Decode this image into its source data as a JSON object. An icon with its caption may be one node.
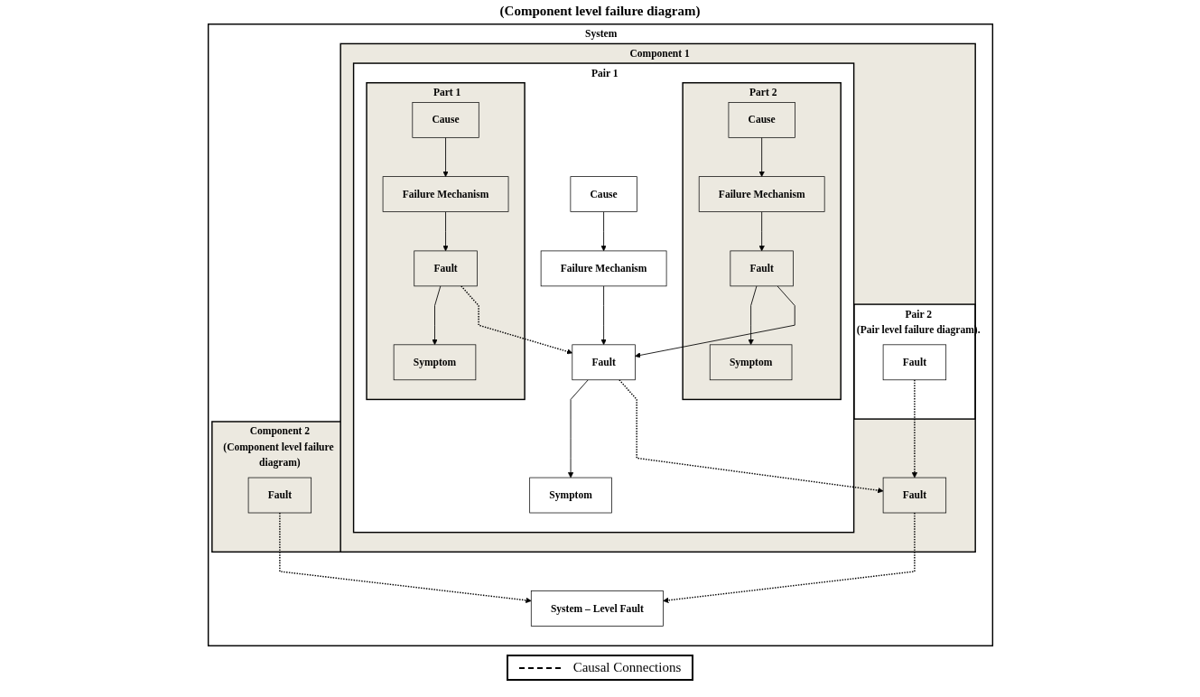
{
  "diagram": {
    "nodes": [
      {
        "text": [
          "System"
        ]
      },
      {
        "text": [
          "Component 1"
        ],
        "in": 0
      },
      {
        "text": [
          "Pair 1"
        ],
        "in": 1
      },
      {
        "text": [
          "Part 1"
        ],
        "in": 2
      },
      {
        "text": [
          "Cause"
        ],
        "in": 3
      },
      {
        "text": [
          "Failure Mechanism"
        ],
        "in": 3
      },
      {
        "text": [
          "Fault"
        ],
        "in": 3
      },
      {
        "text": [
          "Symptom"
        ],
        "in": 3
      },
      {
        "text": [
          "Cause"
        ],
        "in": 2
      },
      {
        "text": [
          "Failure Mechanism"
        ],
        "in": 2
      },
      {
        "text": [
          "Fault"
        ],
        "in": 2
      },
      {
        "text": [
          "Symptom"
        ],
        "in": 2
      },
      {
        "text": [
          "Part 2"
        ],
        "in": 2
      },
      {
        "text": [
          "Cause"
        ],
        "in": 12
      },
      {
        "text": [
          "Failure Mechanism"
        ],
        "in": 12
      },
      {
        "text": [
          "Fault"
        ],
        "in": 12
      },
      {
        "text": [
          "Symptom"
        ],
        "in": 12
      },
      {
        "text": [
          "Pair 2",
          "(Pair level failure diagram)."
        ],
        "in": 1
      },
      {
        "text": [
          "Fault"
        ],
        "in": 17
      },
      {
        "text": [
          "Fault"
        ],
        "in": 1
      },
      {
        "text": [
          "Component 2",
          "(Component level failure diagram)"
        ],
        "in": 0
      },
      {
        "text": [
          "Fault"
        ],
        "in": 20
      },
      {
        "text": [
          "System – Level Fault"
        ],
        "in": 0
      }
    ],
    "edges": [
      {
        "from": 4,
        "to": 5,
        "arrow": "to"
      },
      {
        "from": 5,
        "to": 6,
        "arrow": "to"
      },
      {
        "from": 6,
        "to": 7,
        "arrow": "to"
      },
      {
        "from": 8,
        "to": 9,
        "arrow": "to"
      },
      {
        "from": 9,
        "to": 10,
        "arrow": "to"
      },
      {
        "from": 10,
        "to": 11,
        "arrow": "to"
      },
      {
        "from": 13,
        "to": 14,
        "arrow": "to"
      },
      {
        "from": 14,
        "to": 15,
        "arrow": "to"
      },
      {
        "from": 15,
        "to": 16,
        "arrow": "to"
      },
      {
        "from": 6,
        "to": 10,
        "arrow": "to",
        "style": "dashed"
      },
      {
        "from": 15,
        "to": 10,
        "arrow": "to"
      },
      {
        "from": 10,
        "to": 19,
        "arrow": "to",
        "style": "dashed"
      },
      {
        "from": 18,
        "to": 19,
        "arrow": "to",
        "style": "dashed"
      },
      {
        "from": 19,
        "to": 22,
        "arrow": "to",
        "style": "dashed"
      },
      {
        "from": 21,
        "to": 22,
        "arrow": "to",
        "style": "dashed"
      }
    ],
    "labels": [
      "(Component level failure diagram)"
    ],
    "legend": [
      {
        "text": "Causal Connections"
      }
    ]
  }
}
